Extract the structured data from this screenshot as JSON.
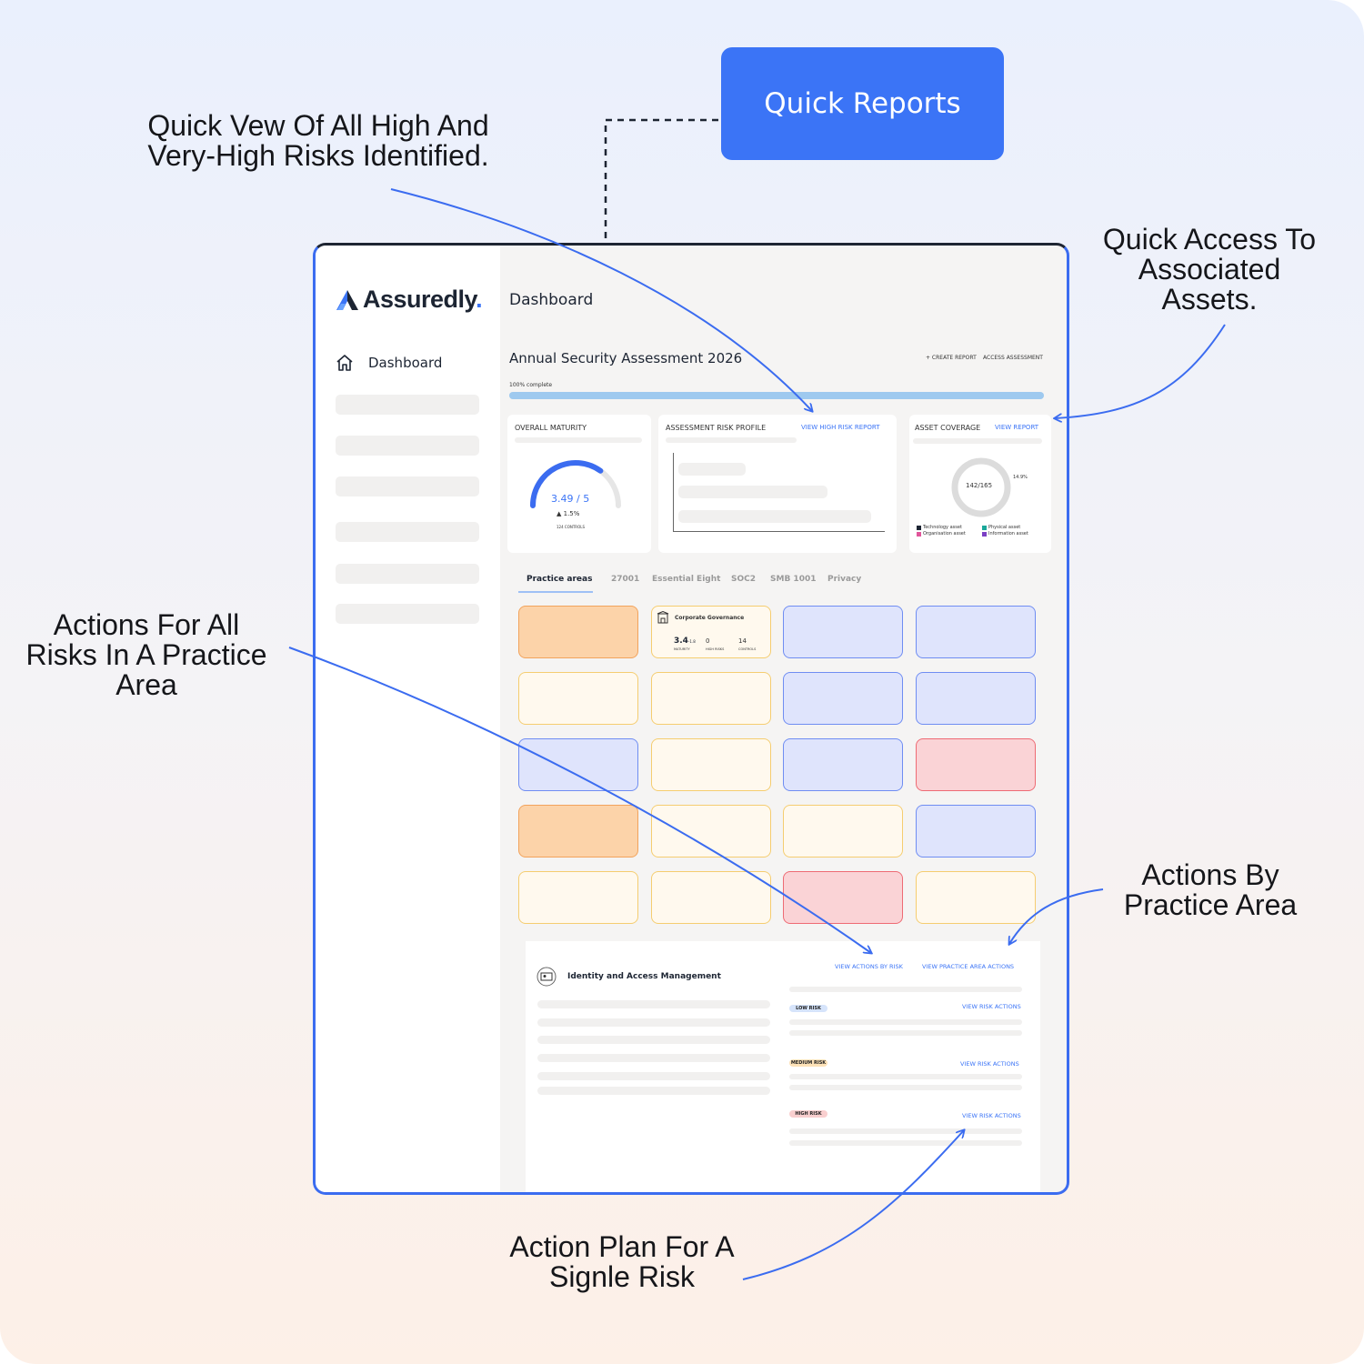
{
  "callouts": {
    "high_risks": [
      "Quick Vew Of All High And",
      "Very-High Risks Identified."
    ],
    "assets": [
      "Quick Access To",
      "Associated",
      "Assets."
    ],
    "practice_area_risks": [
      "Actions For All",
      "Risks In A Practice",
      "Area"
    ],
    "by_practice_area": [
      "Actions By",
      "Practice Area"
    ],
    "single_risk": [
      "Action Plan For A",
      "Signle Risk"
    ]
  },
  "quick_reports_label": "Quick Reports",
  "app": {
    "brand": "Assuredly",
    "brand_dot": ".",
    "nav_dashboard": "Dashboard",
    "page_title": "Dashboard",
    "assessment_title": "Annual Security Assessment 2026",
    "create_report": "+ CREATE REPORT",
    "access_assessment": "ACCESS ASSESSMENT",
    "progress_label": "100% complete",
    "progress": 1.0
  },
  "maturity": {
    "title": "OVERALL MATURITY",
    "score": "3.49 / 5",
    "score_value": 3.49,
    "score_max": 5,
    "change": "1.5%",
    "controls": "124 CONTROLS"
  },
  "risk_profile": {
    "title": "ASSESSMENT RISK PROFILE",
    "link": "VIEW HIGH RISK REPORT"
  },
  "asset_coverage": {
    "title": "ASSET COVERAGE",
    "link": "VIEW REPORT",
    "count": "142/165",
    "percent": "14.9%",
    "legend": [
      {
        "label": "Technology asset",
        "color": "#1d2533"
      },
      {
        "label": "Physical asset",
        "color": "#1aa89a"
      },
      {
        "label": "Organisation asset",
        "color": "#e0559a"
      },
      {
        "label": "Information asset",
        "color": "#7b3fc4"
      }
    ]
  },
  "tabs": [
    "Practice areas",
    "27001",
    "Essential Eight",
    "SOC2",
    "SMB 1001",
    "Privacy"
  ],
  "featured_tile": {
    "name": "Corporate Governance",
    "maturity": "3.4",
    "maturity_delta": "-1.8",
    "maturity_label": "MATURITY",
    "high_risks": "0",
    "high_risks_label": "HIGH RISKS",
    "controls": "14",
    "controls_label": "CONTROLS"
  },
  "tile_grid": [
    [
      "orange",
      "cream",
      "blue",
      "blue"
    ],
    [
      "cream",
      "cream",
      "blue",
      "blue"
    ],
    [
      "blue",
      "cream",
      "blue",
      "red"
    ],
    [
      "orange",
      "cream",
      "cream",
      "blue"
    ],
    [
      "cream",
      "cream",
      "red",
      "cream"
    ]
  ],
  "detail": {
    "title": "Identity and Access Management",
    "actions_by_risk": "VIEW ACTIONS BY RISK",
    "practice_area_actions": "VIEW PRACTICE AREA ACTIONS",
    "risks": [
      {
        "label": "LOW RISK",
        "action": "VIEW RISK ACTIONS",
        "color": "#d6e4fb"
      },
      {
        "label": "MEDIUM RISK",
        "action": "VIEW RISK ACTIONS",
        "color": "#fde2b8"
      },
      {
        "label": "HIGH RISK",
        "action": "VIEW RISK ACTIONS",
        "color": "#f9cfcf"
      }
    ]
  },
  "colors": {
    "accent": "#3b74f6",
    "arrow": "#3b6cf0"
  }
}
